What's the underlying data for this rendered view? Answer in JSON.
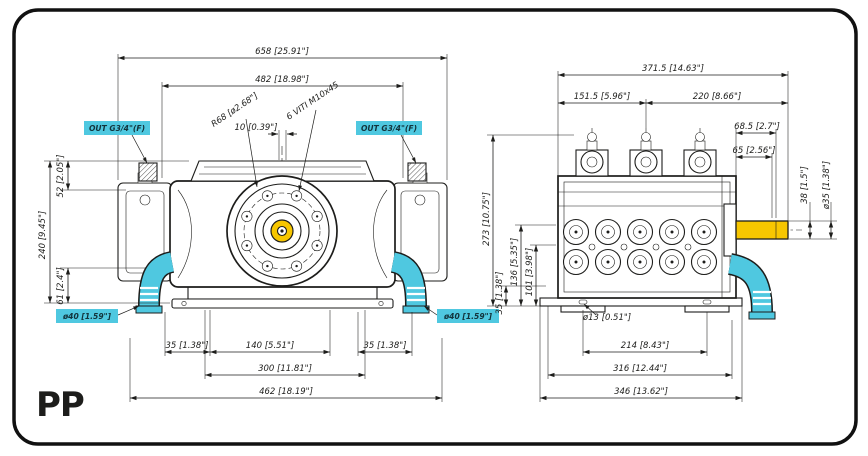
{
  "title": "PP",
  "colors": {
    "line": "#1d1d1b",
    "cyan": "#4fc8e0",
    "yellow": "#f7c600"
  },
  "front_view": {
    "dim_658": "658 [25.91\"]",
    "dim_482": "482 [18.98\"]",
    "note_radius": "R68 [ø2.68\"]",
    "dim_10": "10 [0.39\"]",
    "note_screws": "6 VITI M10x45",
    "out_left": "OUT G3/4\"(F)",
    "out_right": "OUT G3/4\"(F)",
    "dim_52": "52 [2.05\"]",
    "dim_240": "240 [9.45\"]",
    "dim_61": "61 [2.4\"]",
    "drain_left": "ø40 [1.59\"]",
    "drain_right": "ø40 [1.59\"]",
    "dim_35_left": "35 [1.38\"]",
    "dim_140": "140 [5.51\"]",
    "dim_35_right": "35 [1.38\"]",
    "dim_300": "300 [11.81\"]",
    "dim_462": "462 [18.19\"]"
  },
  "side_view": {
    "dim_371": "371.5 [14.63\"]",
    "dim_151": "151.5 [5.96\"]",
    "dim_220": "220 [8.66\"]",
    "dim_68": "68.5 [2.7\"]",
    "dim_65": "65 [2.56\"]",
    "dim_38": "38 [1.5\"]",
    "dim_shaft_dia": "ø35 [1.38\"]",
    "dim_273": "273 [10.75\"]",
    "dim_136": "136 [5.35\"]",
    "dim_101": "101 [3.98\"]",
    "dim_35": "35 [1.38\"]",
    "dim_hole13": "ø13 [0.51\"]",
    "dim_214": "214 [8.43\"]",
    "dim_316": "316 [12.44\"]",
    "dim_346": "346 [13.62\"]"
  }
}
